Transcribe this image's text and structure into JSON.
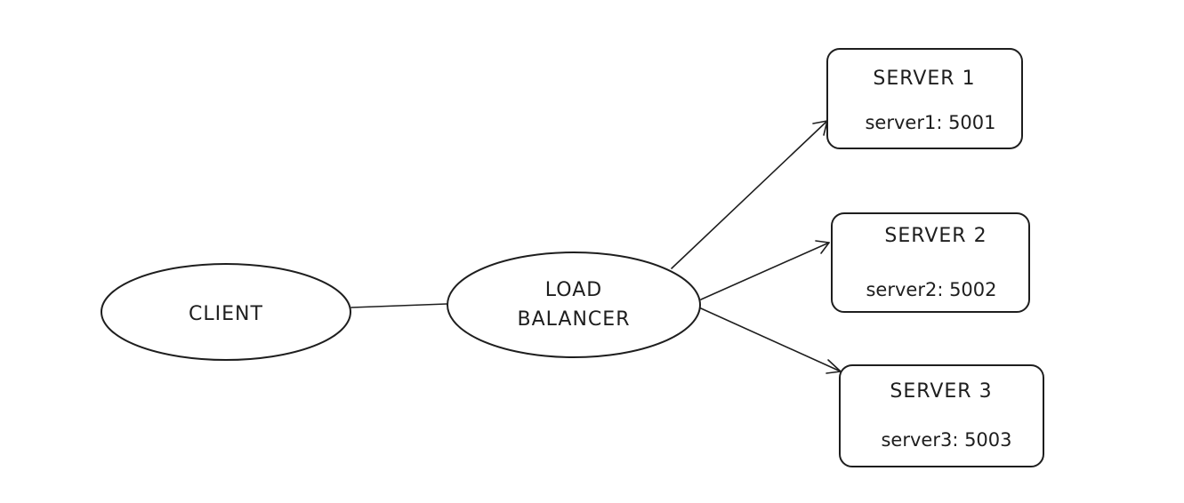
{
  "client": {
    "label": "CLIENT"
  },
  "load_balancer": {
    "label_line1": "LOAD",
    "label_line2": "BALANCER"
  },
  "servers": [
    {
      "title": "SERVER 1",
      "address": "server1: 5001"
    },
    {
      "title": "SERVER 2",
      "address": "server2: 5002"
    },
    {
      "title": "SERVER 3",
      "address": "server3: 5003"
    }
  ]
}
